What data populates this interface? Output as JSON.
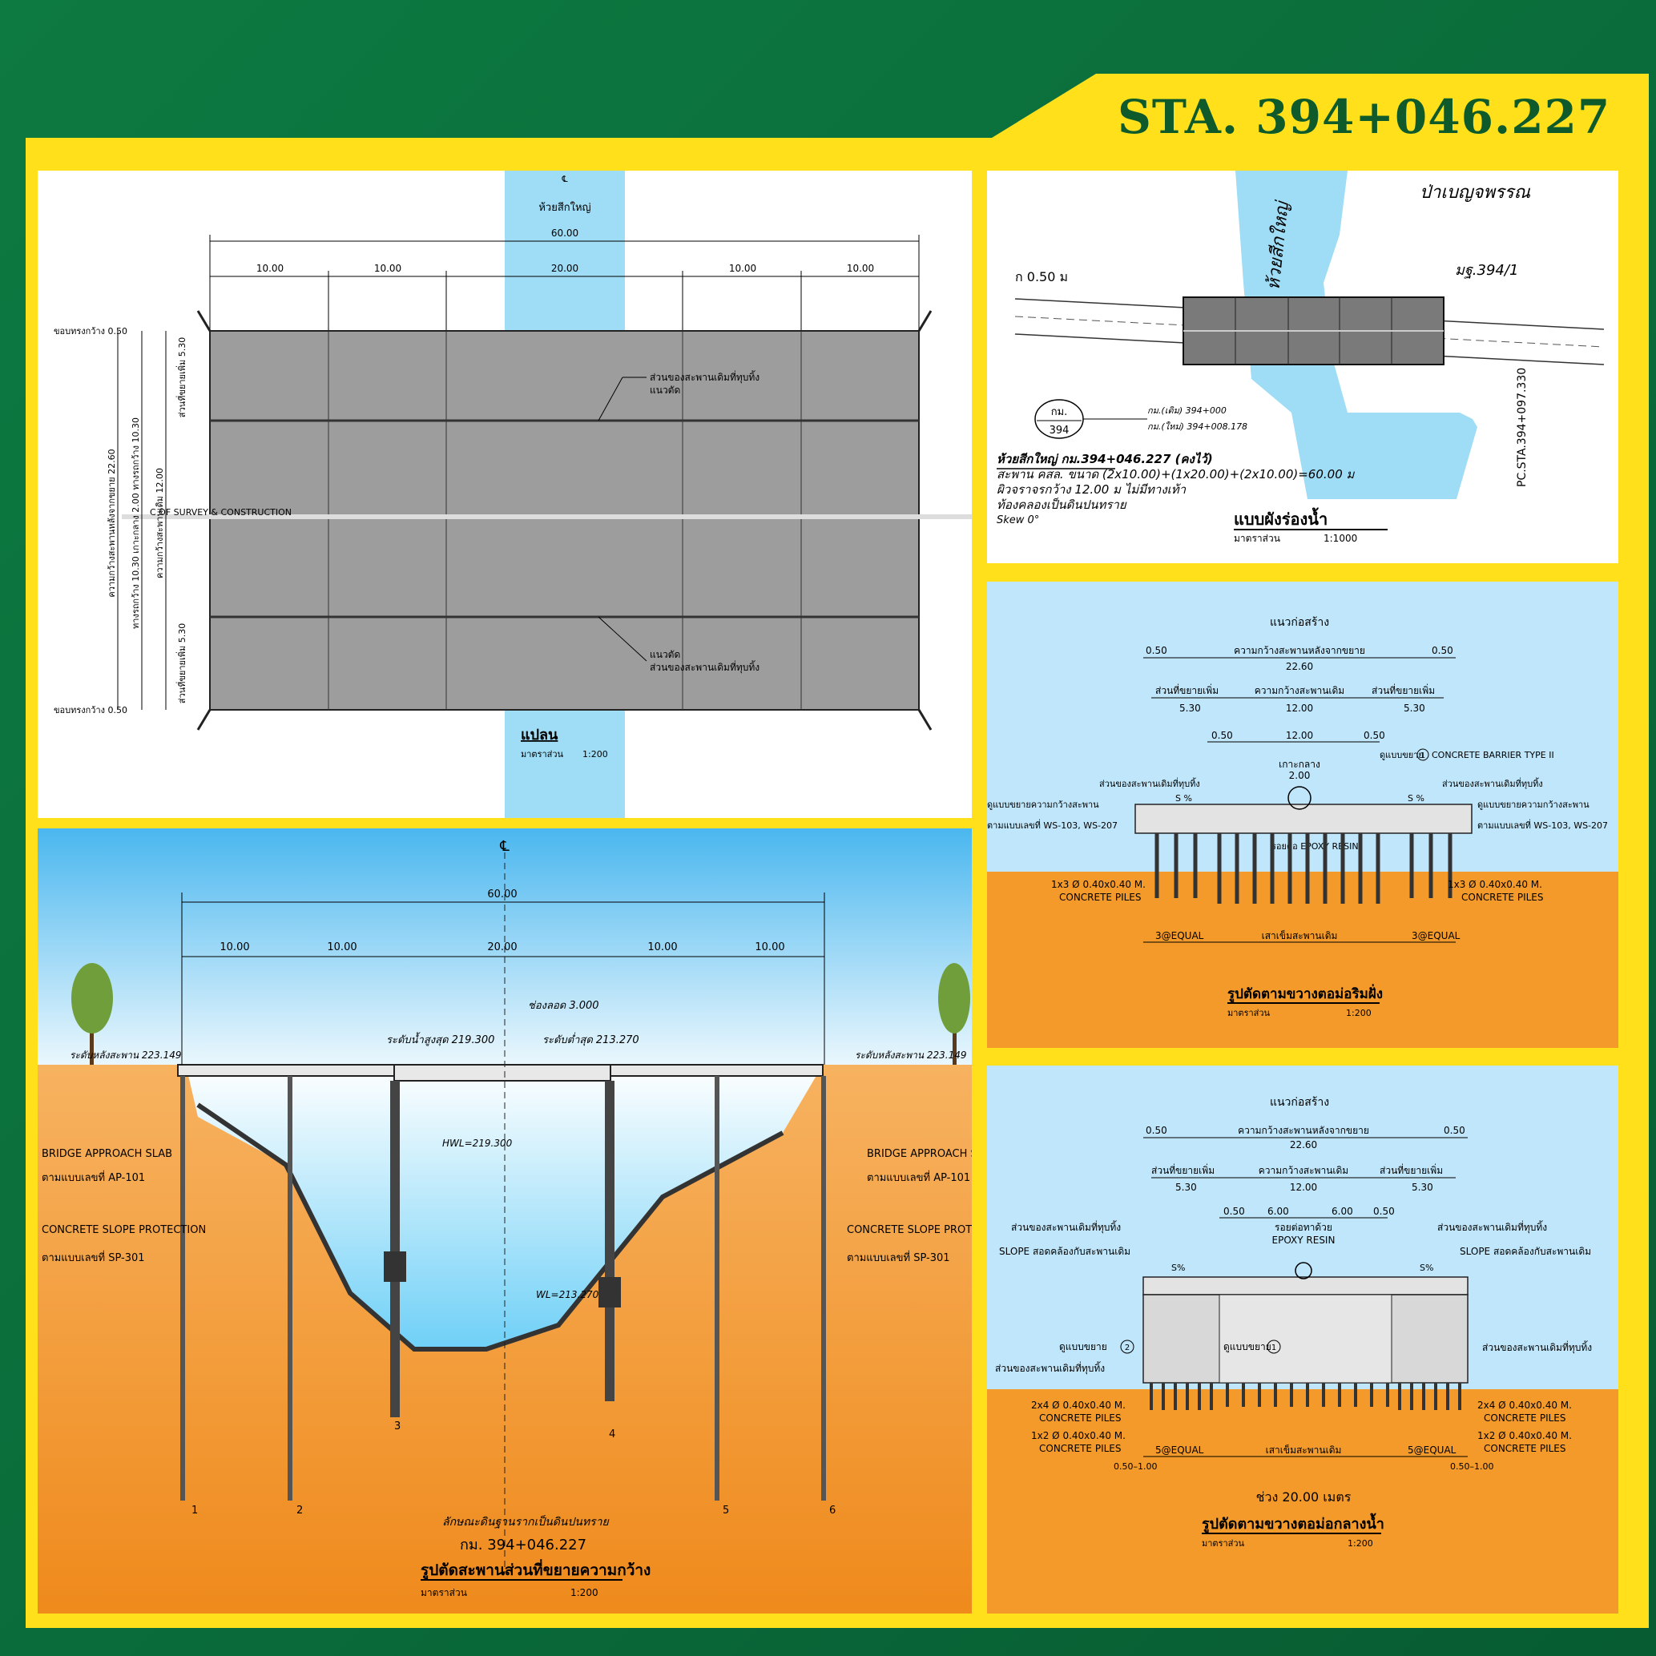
{
  "header": {
    "station": "STA. 394+046.227"
  },
  "colors": {
    "frame_green": "#0a6b3a",
    "frame_yellow": "#ffe01a",
    "water": "#9fdcf5",
    "soil": "#f39a2a",
    "deck": "#9d9d9d"
  },
  "plan": {
    "centerline": "ห้วยสีกใหญ่",
    "dim_total": "60.00",
    "dims": [
      "10.00",
      "10.00",
      "20.00",
      "10.00",
      "10.00"
    ],
    "left_labels": [
      "ขอบทรงกว้าง 0.50",
      "ความกว้างสะพานหลังจากขยาย 22.60",
      "ทางรถกว้าง 10.30 เกาะกลาง 2.00 ทางรถกว้าง 10.30",
      "ความกว้างสะพานเดิม 12.00",
      "ส่วนที่ขยายเพิ่ม 5.30",
      "ส่วนที่ขยายเพิ่ม 5.30",
      "ขอบทรงกว้าง 0.50"
    ],
    "callout_top": [
      "ส่วนของสะพานเดิมที่ทุบทิ้ง",
      "แนวตัด"
    ],
    "callout_bottom": [
      "แนวตัด",
      "ส่วนของสะพานเดิมที่ทุบทิ้ง"
    ],
    "survey_line": "C OF SURVEY & CONSTRUCTION",
    "caption": "แปลน",
    "scale_label": "มาตราส่วน",
    "scale_value": "1:200"
  },
  "site": {
    "village": "ป่าเบญจพรรณ",
    "river": "ห้วยสีกใหญ่",
    "marker": "มฐ.394/1",
    "offset": "ก 0.50 ม",
    "km_badge_top": "กม.",
    "km_badge_num": "394",
    "km_old": "กม.(เดิม) 394+000",
    "km_new": "กม.(ใหม่) 394+008.178",
    "pc_station": "PC.STA.394+097.330",
    "desc": [
      "ห้วยสีกใหญ่ กม.394+046.227 (คงไว้)",
      "สะพาน คสล. ขนาด (2x10.00)+(1x20.00)+(2x10.00)=60.00 ม",
      "ผิวจราจรกว้าง 12.00 ม ไม่มีทางเท้า",
      "ท้องคลองเป็นดินปนทราย",
      "Skew 0°"
    ],
    "caption": "แบบผังร่องน้ำ",
    "scale_label": "มาตราส่วน",
    "scale_value": "1:1000"
  },
  "profile": {
    "dim_total": "60.00",
    "dims": [
      "10.00",
      "10.00",
      "20.00",
      "10.00",
      "10.00"
    ],
    "clearance": "ช่องลอด 3.000",
    "hwl_label": "ระดับน้ำสูงสุด 219.300",
    "lwl_label": "ระดับต่ำสุด 213.270",
    "deck_left": "ระดับหลังสะพาน 223.149",
    "deck_right": "ระดับหลังสะพาน 223.149",
    "hwl_mark": "HWL=219.300",
    "lwl_mark": "WL=213.270",
    "left_notes": [
      "BRIDGE APPROACH SLAB",
      "ตามแบบเลขที่ AP-101",
      "CONCRETE SLOPE PROTECTION",
      "ตามแบบเลขที่ SP-301"
    ],
    "right_notes": [
      "BRIDGE APPROACH SLAB",
      "ตามแบบเลขที่ AP-101",
      "CONCRETE SLOPE PROTECTION",
      "ตามแบบเลขที่ SP-301"
    ],
    "pier_numbers": [
      "1",
      "2",
      "3",
      "4",
      "5",
      "6"
    ],
    "soil_note": "ลักษณะดินฐานรากเป็นดินปนทราย",
    "km": "กม. 394+046.227",
    "caption": "รูปตัดสะพานส่วนที่ขยายความกว้าง",
    "scale_label": "มาตราส่วน",
    "scale_value": "1:200"
  },
  "section_abut": {
    "centerline": "แนวก่อสร้าง",
    "dims_row1": [
      "0.50",
      "ความกว้างสะพานหลังจากขยาย",
      "22.60",
      "0.50"
    ],
    "dims_row2": [
      "ส่วนที่ขยายเพิ่ม",
      "5.30",
      "ความกว้างสะพานเดิม",
      "12.00",
      "ส่วนที่ขยายเพิ่ม",
      "5.30"
    ],
    "dims_row3": [
      "0.50",
      "12.00",
      "0.50"
    ],
    "median": "เกาะกลาง",
    "median_w": "2.00",
    "barrier_note": "ดูแบบขยาย",
    "barrier_num": "1",
    "barrier_type": "CONCRETE BARRIER TYPE II",
    "demolish_l": "ส่วนของสะพานเดิมที่ทุบทิ้ง",
    "demolish_r": "ส่วนของสะพานเดิมที่ทุบทิ้ง",
    "widen_l": [
      "ดูแบบขยายความกว้างสะพาน",
      "ตามแบบเลขที่ WS-103, WS-207"
    ],
    "widen_r": [
      "ดูแบบขยายความกว้างสะพาน",
      "ตามแบบเลขที่ WS-103, WS-207"
    ],
    "slope": "S %",
    "epoxy": "รอยต่อ EPOXY RESIN",
    "piles_l": [
      "1x3 Ø 0.40x0.40 M.",
      "CONCRETE PILES"
    ],
    "piles_r": [
      "1x3 Ø 0.40x0.40 M.",
      "CONCRETE PILES"
    ],
    "bottom_dims": [
      "3@EQUAL",
      "เสาเข็มสะพานเดิม",
      "3@EQUAL"
    ],
    "caption": "รูปตัดตามขวางตอม่อริมฝั่ง",
    "scale_label": "มาตราส่วน",
    "scale_value": "1:200"
  },
  "section_pier": {
    "centerline": "แนวก่อสร้าง",
    "dims_row1": [
      "0.50",
      "ความกว้างสะพานหลังจากขยาย",
      "22.60",
      "0.50"
    ],
    "dims_row2": [
      "ส่วนที่ขยายเพิ่ม",
      "5.30",
      "ความกว้างสะพานเดิม",
      "12.00",
      "ส่วนที่ขยายเพิ่ม",
      "5.30"
    ],
    "dims_row3": [
      "0.50",
      "6.00",
      "6.00",
      "0.50"
    ],
    "demolish_l": "ส่วนของสะพานเดิมที่ทุบทิ้ง",
    "demolish_r": "ส่วนของสะพานเดิมที่ทุบทิ้ง",
    "epoxy": [
      "รอยต่อทาด้วย",
      "EPOXY RESIN"
    ],
    "slope_l": "SLOPE สอดคล้องกับสะพานเดิม",
    "slope_r": "SLOPE สอดคล้องกับสะพานเดิม",
    "slope_mark": "S%",
    "detail2": "ดูแบบขยาย",
    "detail2_num": "2",
    "detail1": "ดูแบบขยาย",
    "detail1_num": "1",
    "demolish_l2": "ส่วนของสะพานเดิมที่ทุบทิ้ง",
    "demolish_r2": "ส่วนของสะพานเดิมที่ทุบทิ้ง",
    "piles_l1": [
      "2x4 Ø 0.40x0.40 M.",
      "CONCRETE PILES"
    ],
    "piles_l2": [
      "1x2 Ø 0.40x0.40 M.",
      "CONCRETE PILES"
    ],
    "piles_r1": [
      "2x4 Ø 0.40x0.40 M.",
      "CONCRETE PILES"
    ],
    "piles_r2": [
      "1x2 Ø 0.40x0.40 M.",
      "CONCRETE PILES"
    ],
    "bottom_dims": [
      "5@EQUAL",
      "เสาเข็มสะพานเดิม",
      "5@EQUAL"
    ],
    "bottom_small": [
      "0.50–1.00",
      "0.50–1.00"
    ],
    "span": "ช่วง 20.00 เมตร",
    "caption": "รูปตัดตามขวางตอม่อกลางน้ำ",
    "scale_label": "มาตราส่วน",
    "scale_value": "1:200"
  }
}
